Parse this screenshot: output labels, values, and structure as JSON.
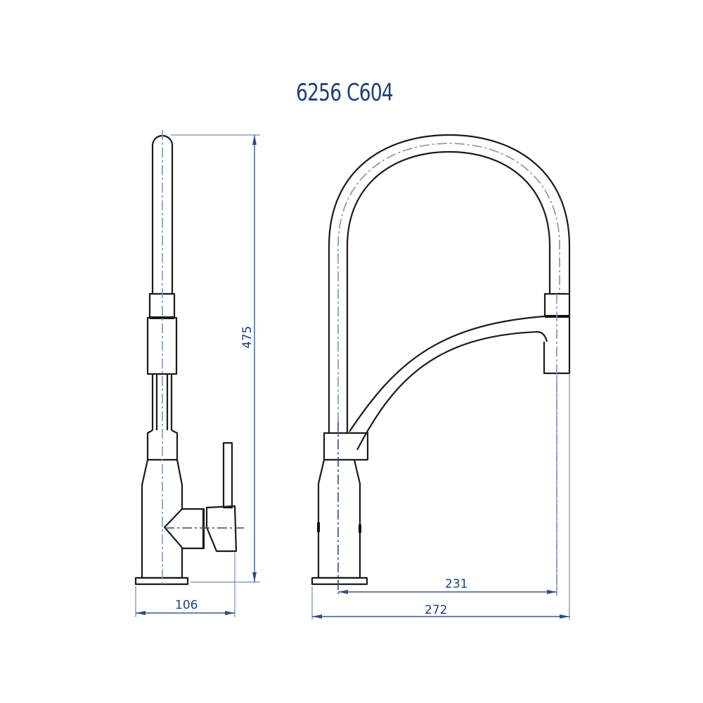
{
  "drawing": {
    "title": "6256 C604",
    "subject": "Kitchen faucet technical drawing, side view and front view",
    "colors": {
      "outline": "#1a1a1a",
      "dimension": "#1d3f7a",
      "centerline": "#7d93b6"
    }
  },
  "dimensions": {
    "height": {
      "value": "475",
      "orientation": "vertical"
    },
    "side_depth": {
      "value": "106",
      "orientation": "horizontal"
    },
    "reach": {
      "value": "231",
      "orientation": "horizontal"
    },
    "overall_width": {
      "value": "272",
      "orientation": "horizontal"
    }
  },
  "views": [
    {
      "name": "side-view"
    },
    {
      "name": "front-view"
    }
  ]
}
